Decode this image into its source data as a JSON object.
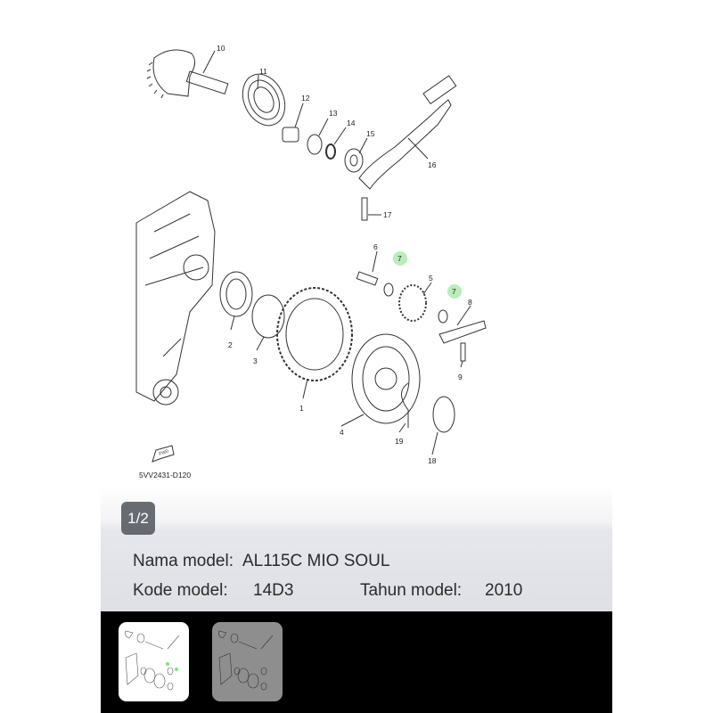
{
  "diagram": {
    "callouts": [
      "10",
      "11",
      "12",
      "13",
      "14",
      "15",
      "16",
      "17",
      "6",
      "7",
      "5",
      "7",
      "8",
      "2",
      "3",
      "1",
      "4",
      "9",
      "19",
      "18"
    ],
    "fwd_label": "FWD",
    "figure_code": "5VV2431-D120",
    "highlight_color": "#7ee07e"
  },
  "info": {
    "name_label": "Nama model:",
    "name_value": "AL115C MIO SOUL",
    "code_label": "Kode model:",
    "code_value": "14D3",
    "year_label": "Tahun model:",
    "year_value": "2010"
  },
  "counter": "1/2",
  "thumbnails": [
    {
      "selected": true
    },
    {
      "selected": false
    }
  ]
}
